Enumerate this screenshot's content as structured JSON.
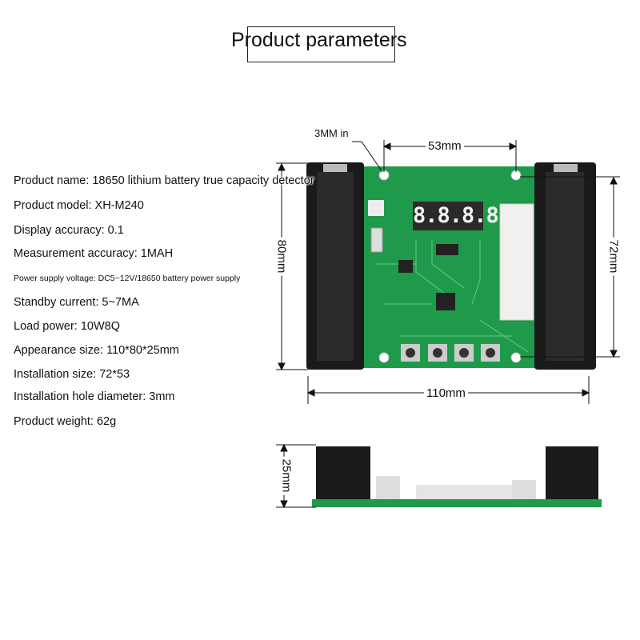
{
  "title": "Product parameters",
  "specs": [
    "Product name: 18650 lithium battery true capacity detector",
    "Product model: XH-M240",
    "Display accuracy: 0.1",
    "Measurement accuracy: 1MAH",
    "Power supply voltage: DC5~12V/18650 battery power supply",
    "Standby current: 5~7MA",
    "Load power: 10W8Q",
    "Appearance size: 110*80*25mm",
    "Installation size: 72*53",
    "Installation hole diameter: 3mm",
    "Product weight: 62g"
  ],
  "dimensions": {
    "hole": "3MM in",
    "hole_spacing_width": "53mm",
    "height": "80mm",
    "hole_spacing_height": "72mm",
    "width": "110mm",
    "depth": "25mm"
  },
  "board": {
    "display": "8.8.8.8",
    "colors": {
      "pcb": "#1e9a4a",
      "holder": "#1a1a1a",
      "resistor": "#f0f0ee"
    }
  }
}
